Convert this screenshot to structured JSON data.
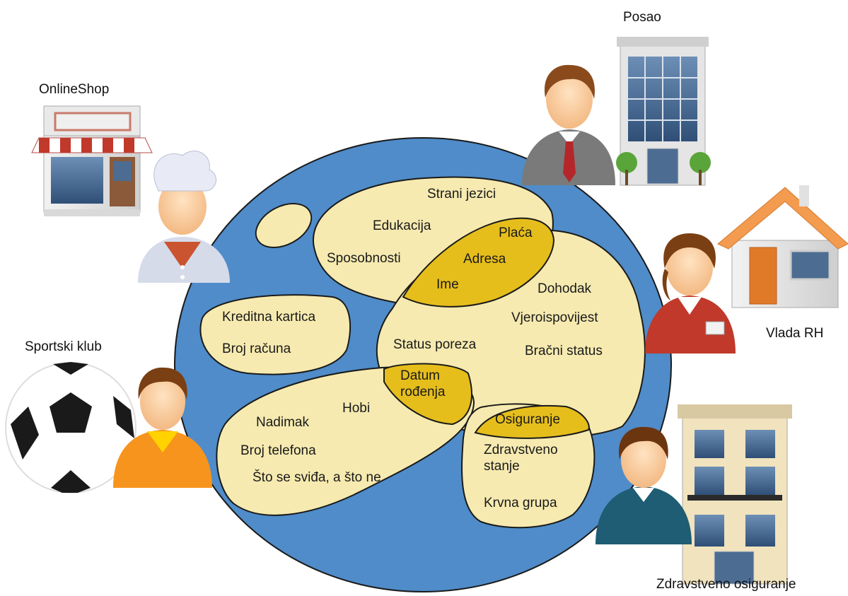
{
  "colors": {
    "globe": "#4f8cc9",
    "globe_edge": "#1a1a1a",
    "zone_fill": "#f6eab0",
    "overlap_fill": "#e6be1c"
  },
  "stakeholders": {
    "online_shop": "OnlineShop",
    "sports_club": "Sportski klub",
    "job": "Posao",
    "government": "Vlada RH",
    "health_insurance": "Zdravstveno osiguranje"
  },
  "zones": {
    "skills": {
      "foreign_languages": "Strani jezici",
      "education": "Edukacija",
      "abilities": "Sposobnosti"
    },
    "core": {
      "salary": "Plaća",
      "address": "Adresa",
      "name": "Ime"
    },
    "finance": {
      "credit_card": "Kreditna kartica",
      "account_number": "Broj računa"
    },
    "state": {
      "income": "Dohodak",
      "religion": "Vjeroispovijest",
      "tax_status": "Status poreza",
      "marital_status": "Bračni status"
    },
    "shared": {
      "birth_date": "Datum rođenja",
      "insurance": "Osiguranje"
    },
    "personal": {
      "hobby": "Hobi",
      "nickname": "Nadimak",
      "phone_number": "Broj telefona",
      "likes_dislikes": "Što se sviđa, a što ne"
    },
    "health": {
      "health_condition": "Zdravstveno stanje",
      "blood_type": "Krvna grupa"
    }
  },
  "icons": {
    "shop": "shop-building-icon",
    "chef": "chef-person-icon",
    "ball": "soccer-ball-icon",
    "player": "sports-person-icon",
    "businessman": "businessman-icon",
    "office": "office-building-icon",
    "woman": "government-clerk-icon",
    "house": "house-icon",
    "insurer": "insurance-agent-icon",
    "hospital": "hospital-building-icon"
  }
}
